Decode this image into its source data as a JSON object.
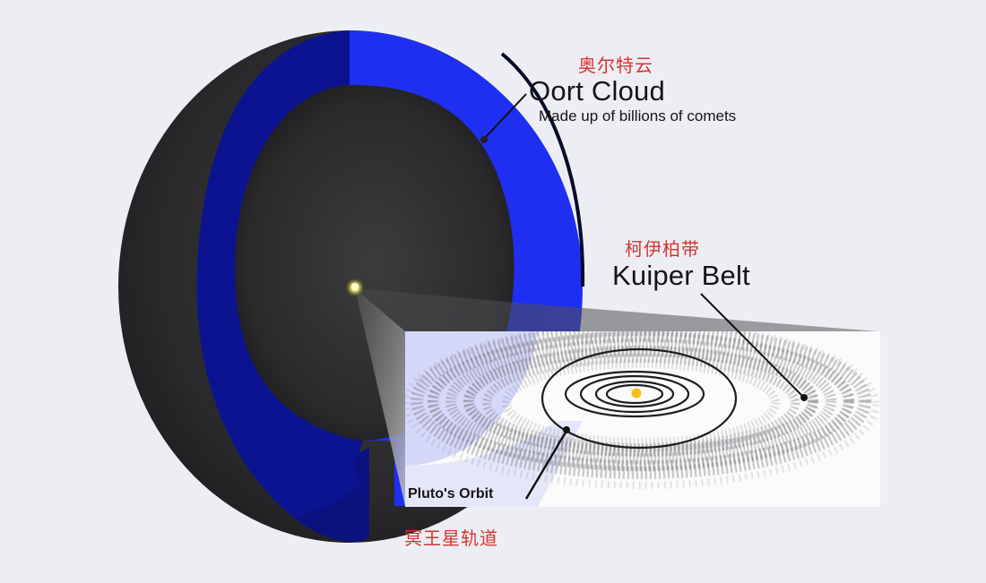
{
  "diagram": {
    "colors": {
      "background": "#eceef3",
      "sphere_dark": "#2a2a2c",
      "shell_blue_bright": "#1f2ff2",
      "shell_blue_dark": "#0b1390",
      "label_chinese": "#d8322e",
      "label_english": "#151515",
      "sun": "#f4c21a",
      "inset_bg": "#fbfbfc"
    },
    "labels": {
      "oort_cloud": {
        "chinese": "奥尔特云",
        "english": "Oort Cloud",
        "description": "Made up of billions of comets"
      },
      "kuiper_belt": {
        "chinese": "柯伊柏带",
        "english": "Kuiper Belt"
      },
      "plutos_orbit": {
        "english": "Pluto's Orbit",
        "chinese": "冥王星轨道"
      }
    },
    "elements": [
      {
        "name": "oort-cloud-sphere",
        "description": "cutaway sphere with blue shell"
      },
      {
        "name": "sun-center",
        "description": "small glowing dot at center of sphere"
      },
      {
        "name": "solar-system-inset",
        "description": "zoomed view of inner solar system with planetary orbits and Kuiper belt"
      },
      {
        "name": "planet-orbits",
        "count": 4
      },
      {
        "name": "plutos-orbit-ellipse"
      },
      {
        "name": "kuiper-belt-debris"
      }
    ]
  }
}
